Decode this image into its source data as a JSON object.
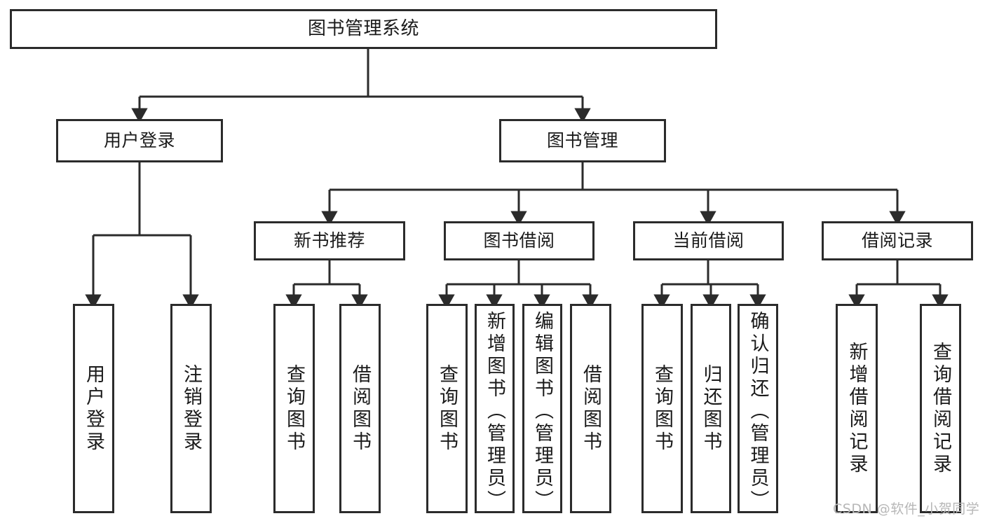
{
  "diagram": {
    "type": "tree-hierarchy-chart",
    "title": "图书管理系统",
    "line_color": "#2b2b2b",
    "box_fill": "#ffffff",
    "text_color": "#1a1a1a",
    "nodes": {
      "root": {
        "label": "图书管理系统"
      },
      "level1": [
        {
          "label": "用户登录"
        },
        {
          "label": "图书管理"
        }
      ],
      "level2": [
        {
          "label": "新书推荐"
        },
        {
          "label": "图书借阅"
        },
        {
          "label": "当前借阅"
        },
        {
          "label": "借阅记录"
        }
      ],
      "leaves_user_login": [
        {
          "label": "用户登录"
        },
        {
          "label": "注销登录"
        }
      ],
      "leaves_new_book": [
        {
          "label": "查询图书"
        },
        {
          "label": "借阅图书"
        }
      ],
      "leaves_borrow": [
        {
          "label": "查询图书"
        },
        {
          "label": "新增图书（管理员）"
        },
        {
          "label": "编辑图书（管理员）"
        },
        {
          "label": "借阅图书"
        }
      ],
      "leaves_current": [
        {
          "label": "查询图书"
        },
        {
          "label": "归还图书"
        },
        {
          "label": "确认归还（管理员）"
        }
      ],
      "leaves_records": [
        {
          "label": "新增借阅记录"
        },
        {
          "label": "查询借阅记录"
        }
      ]
    }
  },
  "watermark": {
    "text": "CSDN @软件_小贺同学"
  }
}
